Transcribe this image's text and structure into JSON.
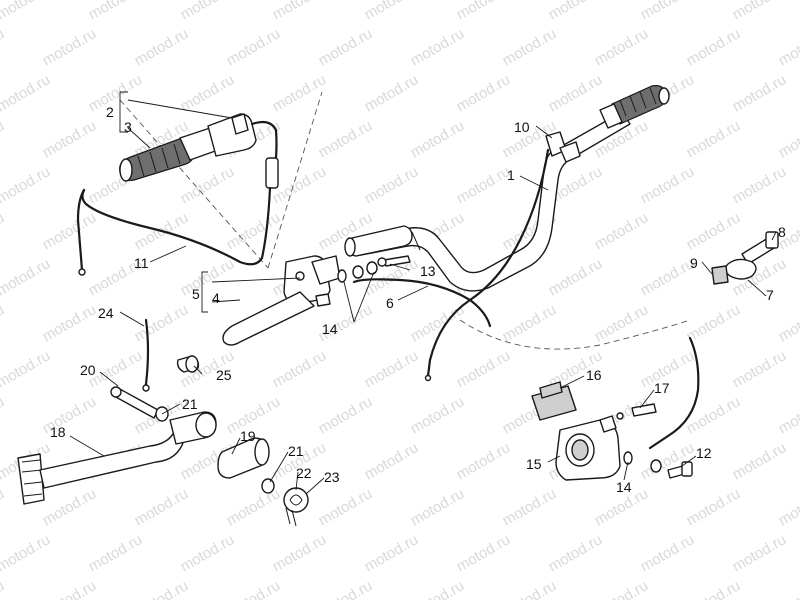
{
  "watermark": "motod.ru",
  "labels": {
    "p1": "1",
    "p2": "2",
    "p3": "3",
    "p4": "4",
    "p5": "5",
    "p6": "6",
    "p7": "7",
    "p8": "8",
    "p9": "9",
    "p10": "10",
    "p11": "11",
    "p12": "12",
    "p13": "13",
    "p14a": "14",
    "p14b": "14",
    "p15": "15",
    "p16": "16",
    "p17": "17",
    "p18": "18",
    "p19": "19",
    "p20": "20",
    "p21a": "21",
    "p21b": "21",
    "p22": "22",
    "p23": "23",
    "p24": "24",
    "p25": "25"
  }
}
